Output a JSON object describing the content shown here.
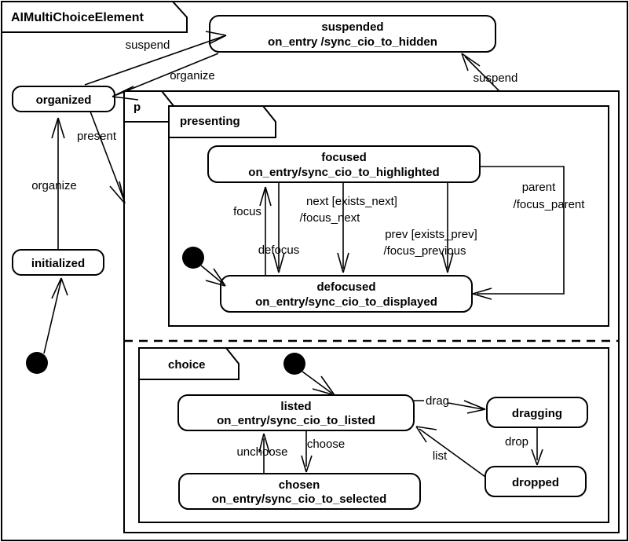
{
  "diagram": {
    "kind": "uml-state-machine",
    "title": "AIMultiChoiceElement",
    "background_color": "#ffffff",
    "line_color": "#000000"
  },
  "states": {
    "suspended": {
      "name": "suspended",
      "activity": "on_entry /sync_cio_to_hidden"
    },
    "organized": {
      "name": "organized",
      "activity": ""
    },
    "initialized": {
      "name": "initialized",
      "activity": ""
    },
    "focused": {
      "name": "focused",
      "activity": "on_entry/sync_cio_to_highlighted"
    },
    "defocused": {
      "name": "defocused",
      "activity": "on_entry/sync_cio_to_displayed"
    },
    "listed": {
      "name": "listed",
      "activity": "on_entry/sync_cio_to_listed"
    },
    "chosen": {
      "name": "chosen",
      "activity": "on_entry/sync_cio_to_selected"
    },
    "dragging": {
      "name": "dragging",
      "activity": ""
    },
    "dropped": {
      "name": "dropped",
      "activity": ""
    }
  },
  "regions": {
    "p": {
      "label": "p"
    },
    "presenting": {
      "label": "presenting"
    },
    "choice": {
      "label": "choice"
    }
  },
  "transitions": {
    "suspend_from_organized": {
      "label": "suspend"
    },
    "organize_from_suspended": {
      "label": "organize"
    },
    "suspend_from_p": {
      "label": "suspend"
    },
    "present": {
      "label": "present"
    },
    "organize_from_initialized": {
      "label": "organize"
    },
    "focus": {
      "label": "focus"
    },
    "defocus": {
      "label": "defocus"
    },
    "next": {
      "label_line1": "next [exists_next]",
      "label_line2": "/focus_next"
    },
    "prev": {
      "label_line1": "prev [exists_prev]",
      "label_line2": "/focus_previous"
    },
    "parent": {
      "label_line1": "parent",
      "label_line2": "/focus_parent"
    },
    "choose": {
      "label": "choose"
    },
    "unchoose": {
      "label": "unchoose"
    },
    "drag": {
      "label": "drag"
    },
    "drop": {
      "label": "drop"
    },
    "list": {
      "label": "list"
    }
  }
}
